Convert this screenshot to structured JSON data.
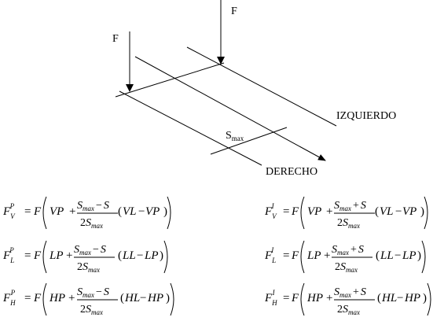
{
  "diagram": {
    "force_label": "F",
    "smax_label": {
      "base": "S",
      "sub": "max"
    },
    "izquierdo_label": "IZQUIERDO",
    "derecho_label": "DERECHO"
  },
  "equations": {
    "left": [
      {
        "F": "F",
        "sub": "V",
        "sup": "P",
        "a": "VP",
        "num_mid": "−",
        "b": "VL",
        "c": "VP"
      },
      {
        "F": "F",
        "sub": "L",
        "sup": "P",
        "a": "LP",
        "num_mid": "−",
        "b": "LL",
        "c": "LP"
      },
      {
        "F": "F",
        "sub": "H",
        "sup": "P",
        "a": "HP",
        "num_mid": "−",
        "b": "HL",
        "c": "HP"
      }
    ],
    "right": [
      {
        "F": "F",
        "sub": "V",
        "sup": "I",
        "a": "VP",
        "num_mid": "+",
        "b": "VL",
        "c": "VP"
      },
      {
        "F": "F",
        "sub": "L",
        "sup": "I",
        "a": "LP",
        "num_mid": "+",
        "b": "LL",
        "c": "LP"
      },
      {
        "F": "F",
        "sub": "H",
        "sup": "I",
        "a": "HP",
        "num_mid": "+",
        "b": "HL",
        "c": "HP"
      }
    ],
    "common": {
      "eq": "=",
      "F": "F",
      "plus": "+",
      "minus": "−",
      "S": "S",
      "smax_sub": "max",
      "two": "2"
    }
  }
}
